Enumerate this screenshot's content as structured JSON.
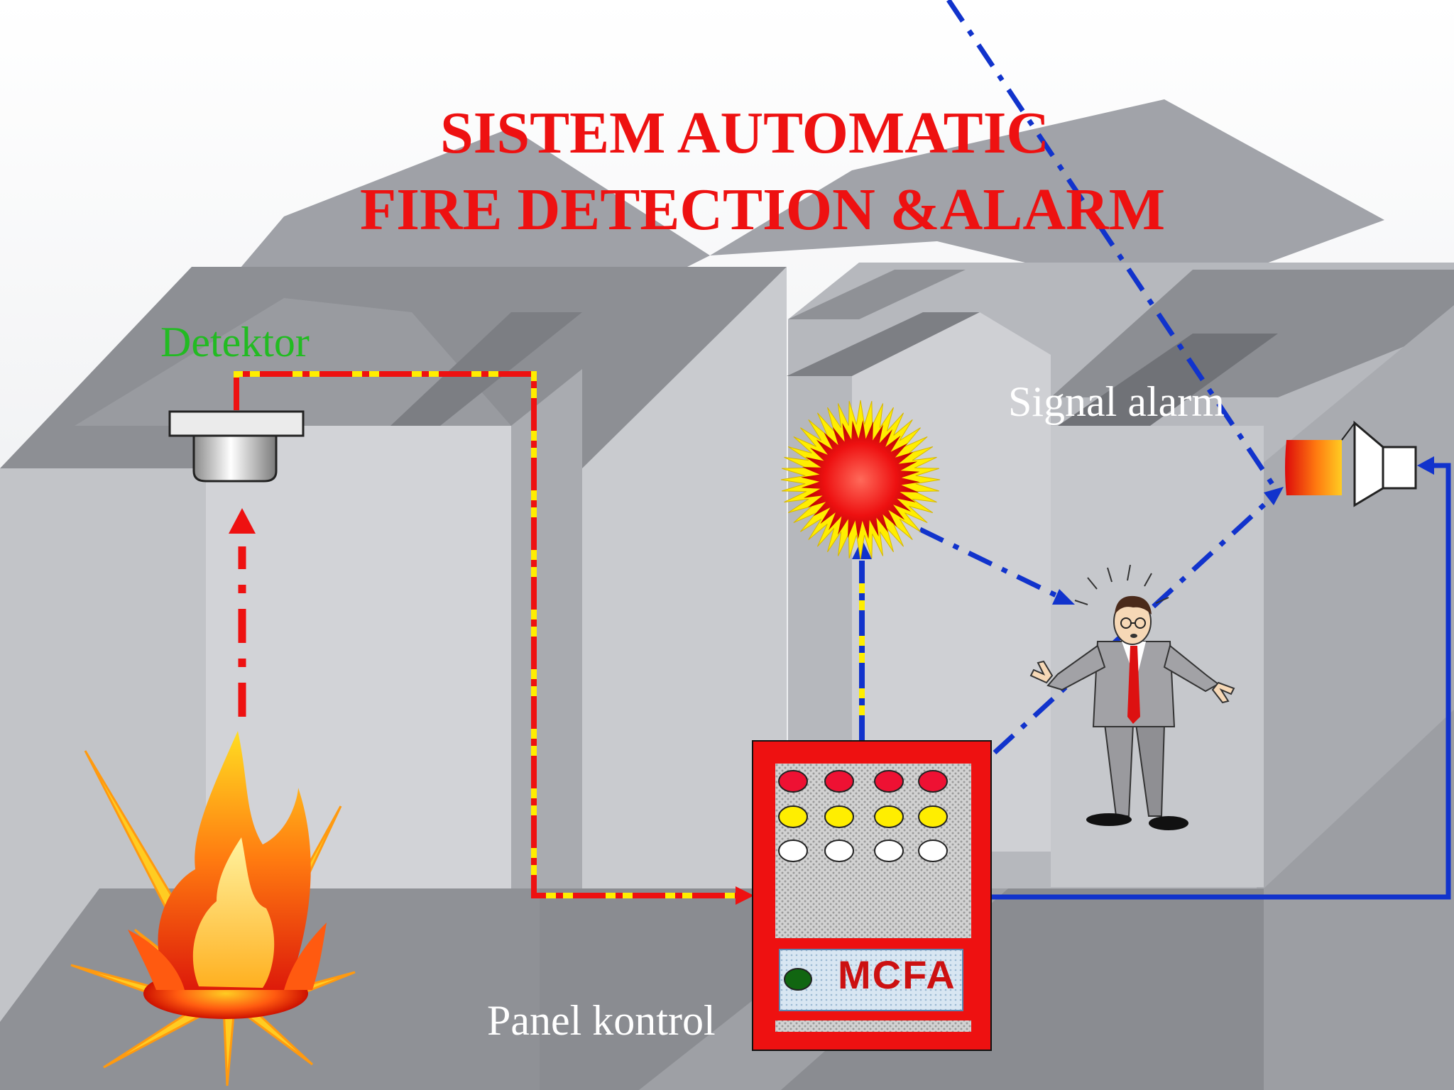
{
  "title": {
    "line1": "SISTEM AUTOMATIC",
    "line2": "FIRE DETECTION &ALARM"
  },
  "labels": {
    "detector": "Detektor",
    "signal_alarm": "Signal alarm",
    "control_panel": "Panel kontrol",
    "panel_brand": "MCFA"
  },
  "colors": {
    "title": "#ee1111",
    "detector_label": "#22bb22",
    "fire_signal_line": "#ee1111",
    "alarm_signal_line": "#1133cc",
    "panel": "#ee1111",
    "line_highlight": "#ffee00"
  },
  "icons": {
    "fire": "fire-icon",
    "detector": "smoke-detector-icon",
    "panel": "control-panel-icon",
    "strobe": "strobe-light-icon",
    "horn": "horn-speaker-icon",
    "person": "alarmed-person-icon"
  }
}
